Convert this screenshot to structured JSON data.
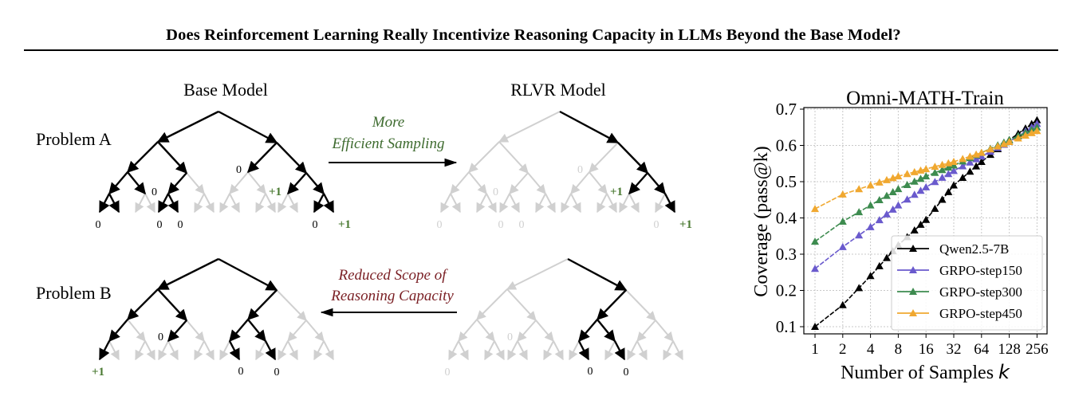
{
  "header": {
    "title": "Does Reinforcement Learning Really Incentivize Reasoning Capacity in LLMs Beyond the Base Model?"
  },
  "diagram": {
    "columns": {
      "base": "Base Model",
      "rlvr": "RLVR Model"
    },
    "rows": {
      "a": "Problem A",
      "b": "Problem B"
    },
    "arrows": {
      "a": {
        "line1": "More",
        "line2": "Efficient Sampling",
        "direction": "right",
        "color": "#3e6b2f"
      },
      "b": {
        "line1": "Reduced Scope of",
        "line2": "Reasoning Capacity",
        "direction": "left",
        "color": "#7a1f24"
      }
    },
    "colors": {
      "active_edge": "#000000",
      "inactive_edge": "#d0d0d0",
      "reward_positive": "#4a7a32",
      "reward_zero": "#000000"
    },
    "rewards": {
      "zero": "0",
      "positive": "+1"
    }
  },
  "chart_data": {
    "type": "line",
    "title": "Omni-MATH-Train",
    "xlabel": "Number of Samples k",
    "ylabel": "Coverage (pass@k)",
    "xscale": "log2",
    "x_ticks": [
      "1",
      "2",
      "4",
      "8",
      "16",
      "32",
      "64",
      "128",
      "256"
    ],
    "y_ticks": [
      "0.1",
      "0.2",
      "0.3",
      "0.4",
      "0.5",
      "0.6",
      "0.7"
    ],
    "ylim": [
      0.08,
      0.71
    ],
    "grid": true,
    "legend_position": "lower right",
    "x": [
      1,
      2,
      4,
      8,
      16,
      32,
      64,
      128,
      256
    ],
    "series": [
      {
        "name": "Qwen2.5-7B",
        "color": "#000000",
        "values": [
          0.1,
          0.16,
          0.24,
          0.325,
          0.395,
          0.49,
          0.555,
          0.615,
          0.67
        ]
      },
      {
        "name": "GRPO-step150",
        "color": "#6a5acd",
        "values": [
          0.26,
          0.32,
          0.375,
          0.435,
          0.485,
          0.53,
          0.57,
          0.61,
          0.66
        ]
      },
      {
        "name": "GRPO-step300",
        "color": "#3d8b4f",
        "values": [
          0.335,
          0.39,
          0.435,
          0.48,
          0.515,
          0.545,
          0.58,
          0.615,
          0.65
        ]
      },
      {
        "name": "GRPO-step450",
        "color": "#f0a830",
        "values": [
          0.425,
          0.465,
          0.49,
          0.515,
          0.535,
          0.555,
          0.58,
          0.61,
          0.64
        ]
      }
    ]
  }
}
